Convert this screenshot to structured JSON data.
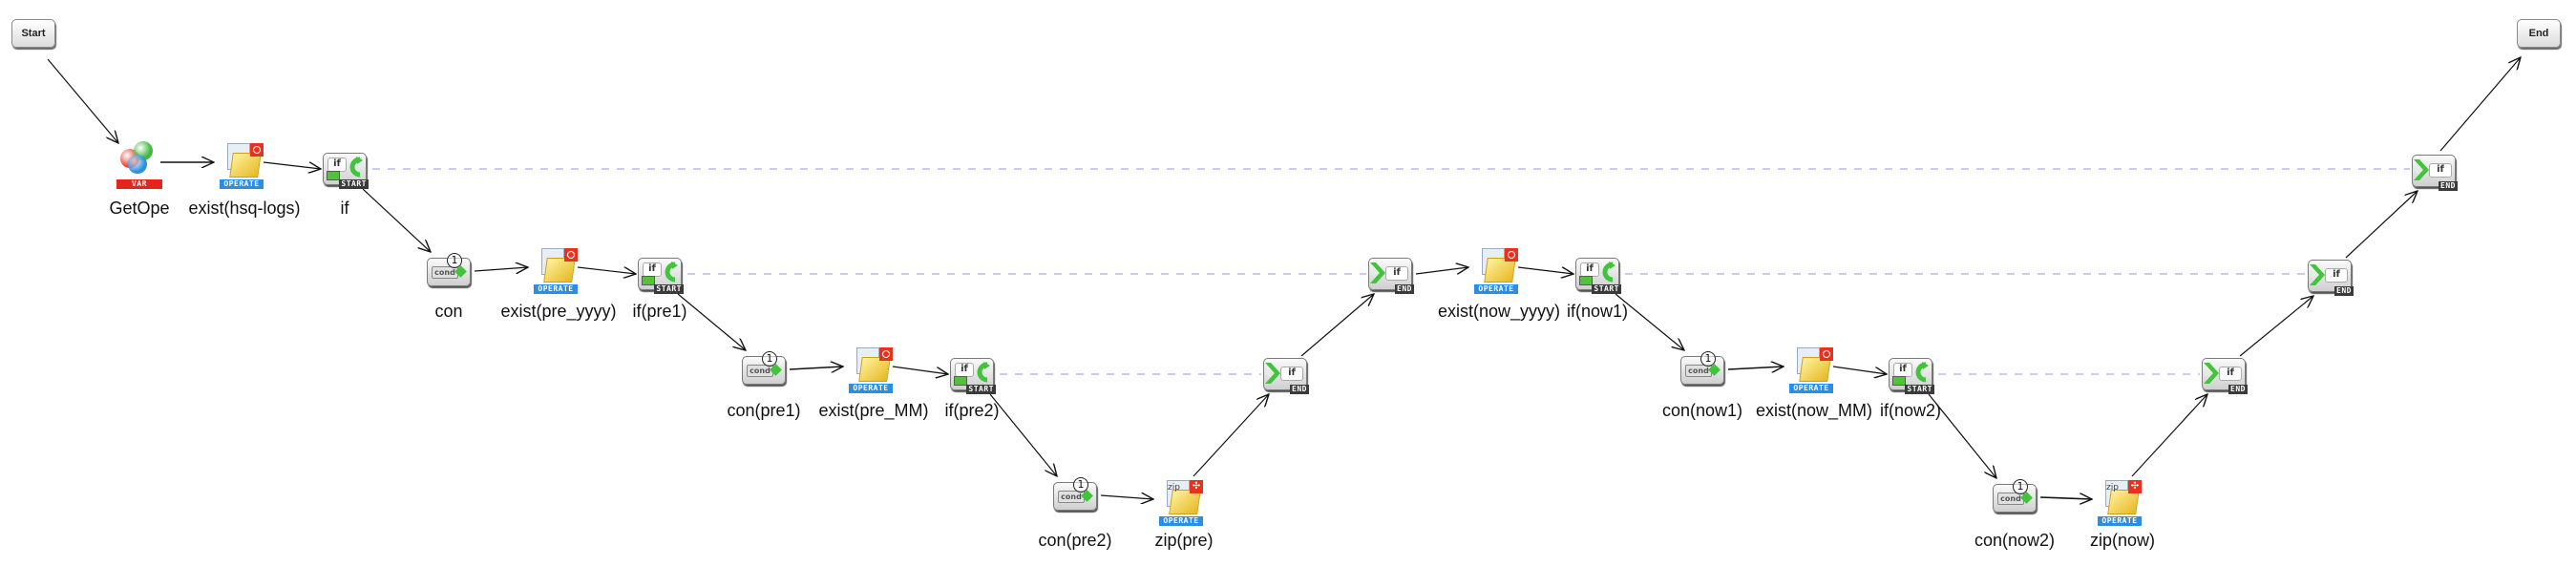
{
  "diagram": {
    "start_label": "Start",
    "end_label": "End",
    "badges": {
      "var": "VAR",
      "operate": "OPERATE",
      "start": "START",
      "end": "END"
    },
    "icon_texts": {
      "if": "if",
      "cond": "cond",
      "zip": "zip",
      "step_number": "1"
    },
    "nodes": [
      {
        "id": "getope",
        "type": "var",
        "label": "GetOpe"
      },
      {
        "id": "exist_hsq_logs",
        "type": "operate",
        "label": "exist(hsq-logs)"
      },
      {
        "id": "if",
        "type": "if-start",
        "label": "if"
      },
      {
        "id": "con",
        "type": "cond",
        "label": "con"
      },
      {
        "id": "exist_pre_yyyy",
        "type": "operate",
        "label": "exist(pre_yyyy)"
      },
      {
        "id": "if_pre1",
        "type": "if-start",
        "label": "if(pre1)"
      },
      {
        "id": "con_pre1",
        "type": "cond",
        "label": "con(pre1)"
      },
      {
        "id": "exist_pre_MM",
        "type": "operate",
        "label": "exist(pre_MM)"
      },
      {
        "id": "if_pre2",
        "type": "if-start",
        "label": "if(pre2)"
      },
      {
        "id": "con_pre2",
        "type": "cond",
        "label": "con(pre2)"
      },
      {
        "id": "zip_pre",
        "type": "zip",
        "label": "zip(pre)"
      },
      {
        "id": "if_end_pre2",
        "type": "if-end",
        "label": ""
      },
      {
        "id": "if_end_pre1",
        "type": "if-end",
        "label": ""
      },
      {
        "id": "exist_now_yyyy",
        "type": "operate",
        "label": "exist(now_yyyy)"
      },
      {
        "id": "if_now1",
        "type": "if-start",
        "label": "if(now1)"
      },
      {
        "id": "con_now1",
        "type": "cond",
        "label": "con(now1)"
      },
      {
        "id": "exist_now_MM",
        "type": "operate",
        "label": "exist(now_MM)"
      },
      {
        "id": "if_now2",
        "type": "if-start",
        "label": "if(now2)"
      },
      {
        "id": "con_now2",
        "type": "cond",
        "label": "con(now2)"
      },
      {
        "id": "zip_now",
        "type": "zip",
        "label": "zip(now)"
      },
      {
        "id": "if_end_now2",
        "type": "if-end",
        "label": ""
      },
      {
        "id": "if_end_now1",
        "type": "if-end",
        "label": ""
      },
      {
        "id": "if_end_main",
        "type": "if-end",
        "label": ""
      }
    ],
    "edges": [
      [
        "start",
        "getope"
      ],
      [
        "getope",
        "exist_hsq_logs"
      ],
      [
        "exist_hsq_logs",
        "if"
      ],
      [
        "if",
        "con"
      ],
      [
        "con",
        "exist_pre_yyyy"
      ],
      [
        "exist_pre_yyyy",
        "if_pre1"
      ],
      [
        "if_pre1",
        "con_pre1"
      ],
      [
        "con_pre1",
        "exist_pre_MM"
      ],
      [
        "exist_pre_MM",
        "if_pre2"
      ],
      [
        "if_pre2",
        "con_pre2"
      ],
      [
        "con_pre2",
        "zip_pre"
      ],
      [
        "zip_pre",
        "if_end_pre2"
      ],
      [
        "if_end_pre2",
        "if_end_pre1"
      ],
      [
        "if_end_pre1",
        "exist_now_yyyy"
      ],
      [
        "exist_now_yyyy",
        "if_now1"
      ],
      [
        "if_now1",
        "con_now1"
      ],
      [
        "con_now1",
        "exist_now_MM"
      ],
      [
        "exist_now_MM",
        "if_now2"
      ],
      [
        "if_now2",
        "con_now2"
      ],
      [
        "con_now2",
        "zip_now"
      ],
      [
        "zip_now",
        "if_end_now2"
      ],
      [
        "if_end_now2",
        "if_end_now1"
      ],
      [
        "if_end_now1",
        "if_end_main"
      ],
      [
        "if_end_main",
        "end"
      ]
    ],
    "pairs": [
      [
        "if",
        "if_end_main"
      ],
      [
        "if_pre1",
        "if_end_pre1"
      ],
      [
        "if_pre2",
        "if_end_pre2"
      ],
      [
        "if_now1",
        "if_end_now1"
      ],
      [
        "if_now2",
        "if_end_now2"
      ]
    ],
    "colors": {
      "edge": "#111111",
      "pair_dash": "#c8ccf0",
      "var_badge": "#e8231b",
      "operate_badge": "#2a8ee6",
      "if_green": "#3fc43a"
    }
  }
}
